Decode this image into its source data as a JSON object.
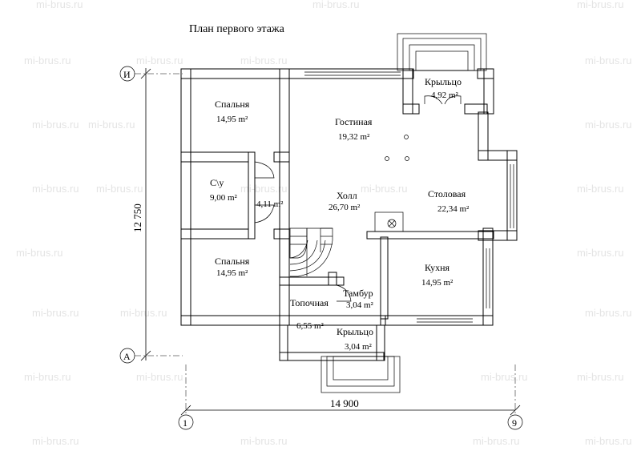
{
  "title": "План первого этажа",
  "watermark": "mi-brus.ru",
  "dimensions": {
    "height": "12 750",
    "width": "14 900"
  },
  "axes": {
    "top": "И",
    "bottom": "А",
    "left": "1",
    "right": "9"
  },
  "rooms": [
    {
      "name": "Спальня",
      "area": "14,95 m²"
    },
    {
      "name": "Гостиная",
      "area": "19,32 m²"
    },
    {
      "name": "Крыльцо",
      "area": "4,92 m²"
    },
    {
      "name": "С\\у",
      "area": "9,00 m²"
    },
    {
      "name": "",
      "area": "4,11 m²"
    },
    {
      "name": "Холл",
      "area": "26,70 m²"
    },
    {
      "name": "Столовая",
      "area": "22,34 m²"
    },
    {
      "name": "Спальня",
      "area": "14,95 m²"
    },
    {
      "name": "Кухня",
      "area": "14,95 m²"
    },
    {
      "name": "Тамбур",
      "area": "3,04 m²"
    },
    {
      "name": "Топочная",
      "area": "6,55 m²"
    },
    {
      "name": "Крыльцо",
      "area": "3,04 m²"
    }
  ],
  "colors": {
    "line": "#000000",
    "watermark": "#e4e4e4"
  }
}
